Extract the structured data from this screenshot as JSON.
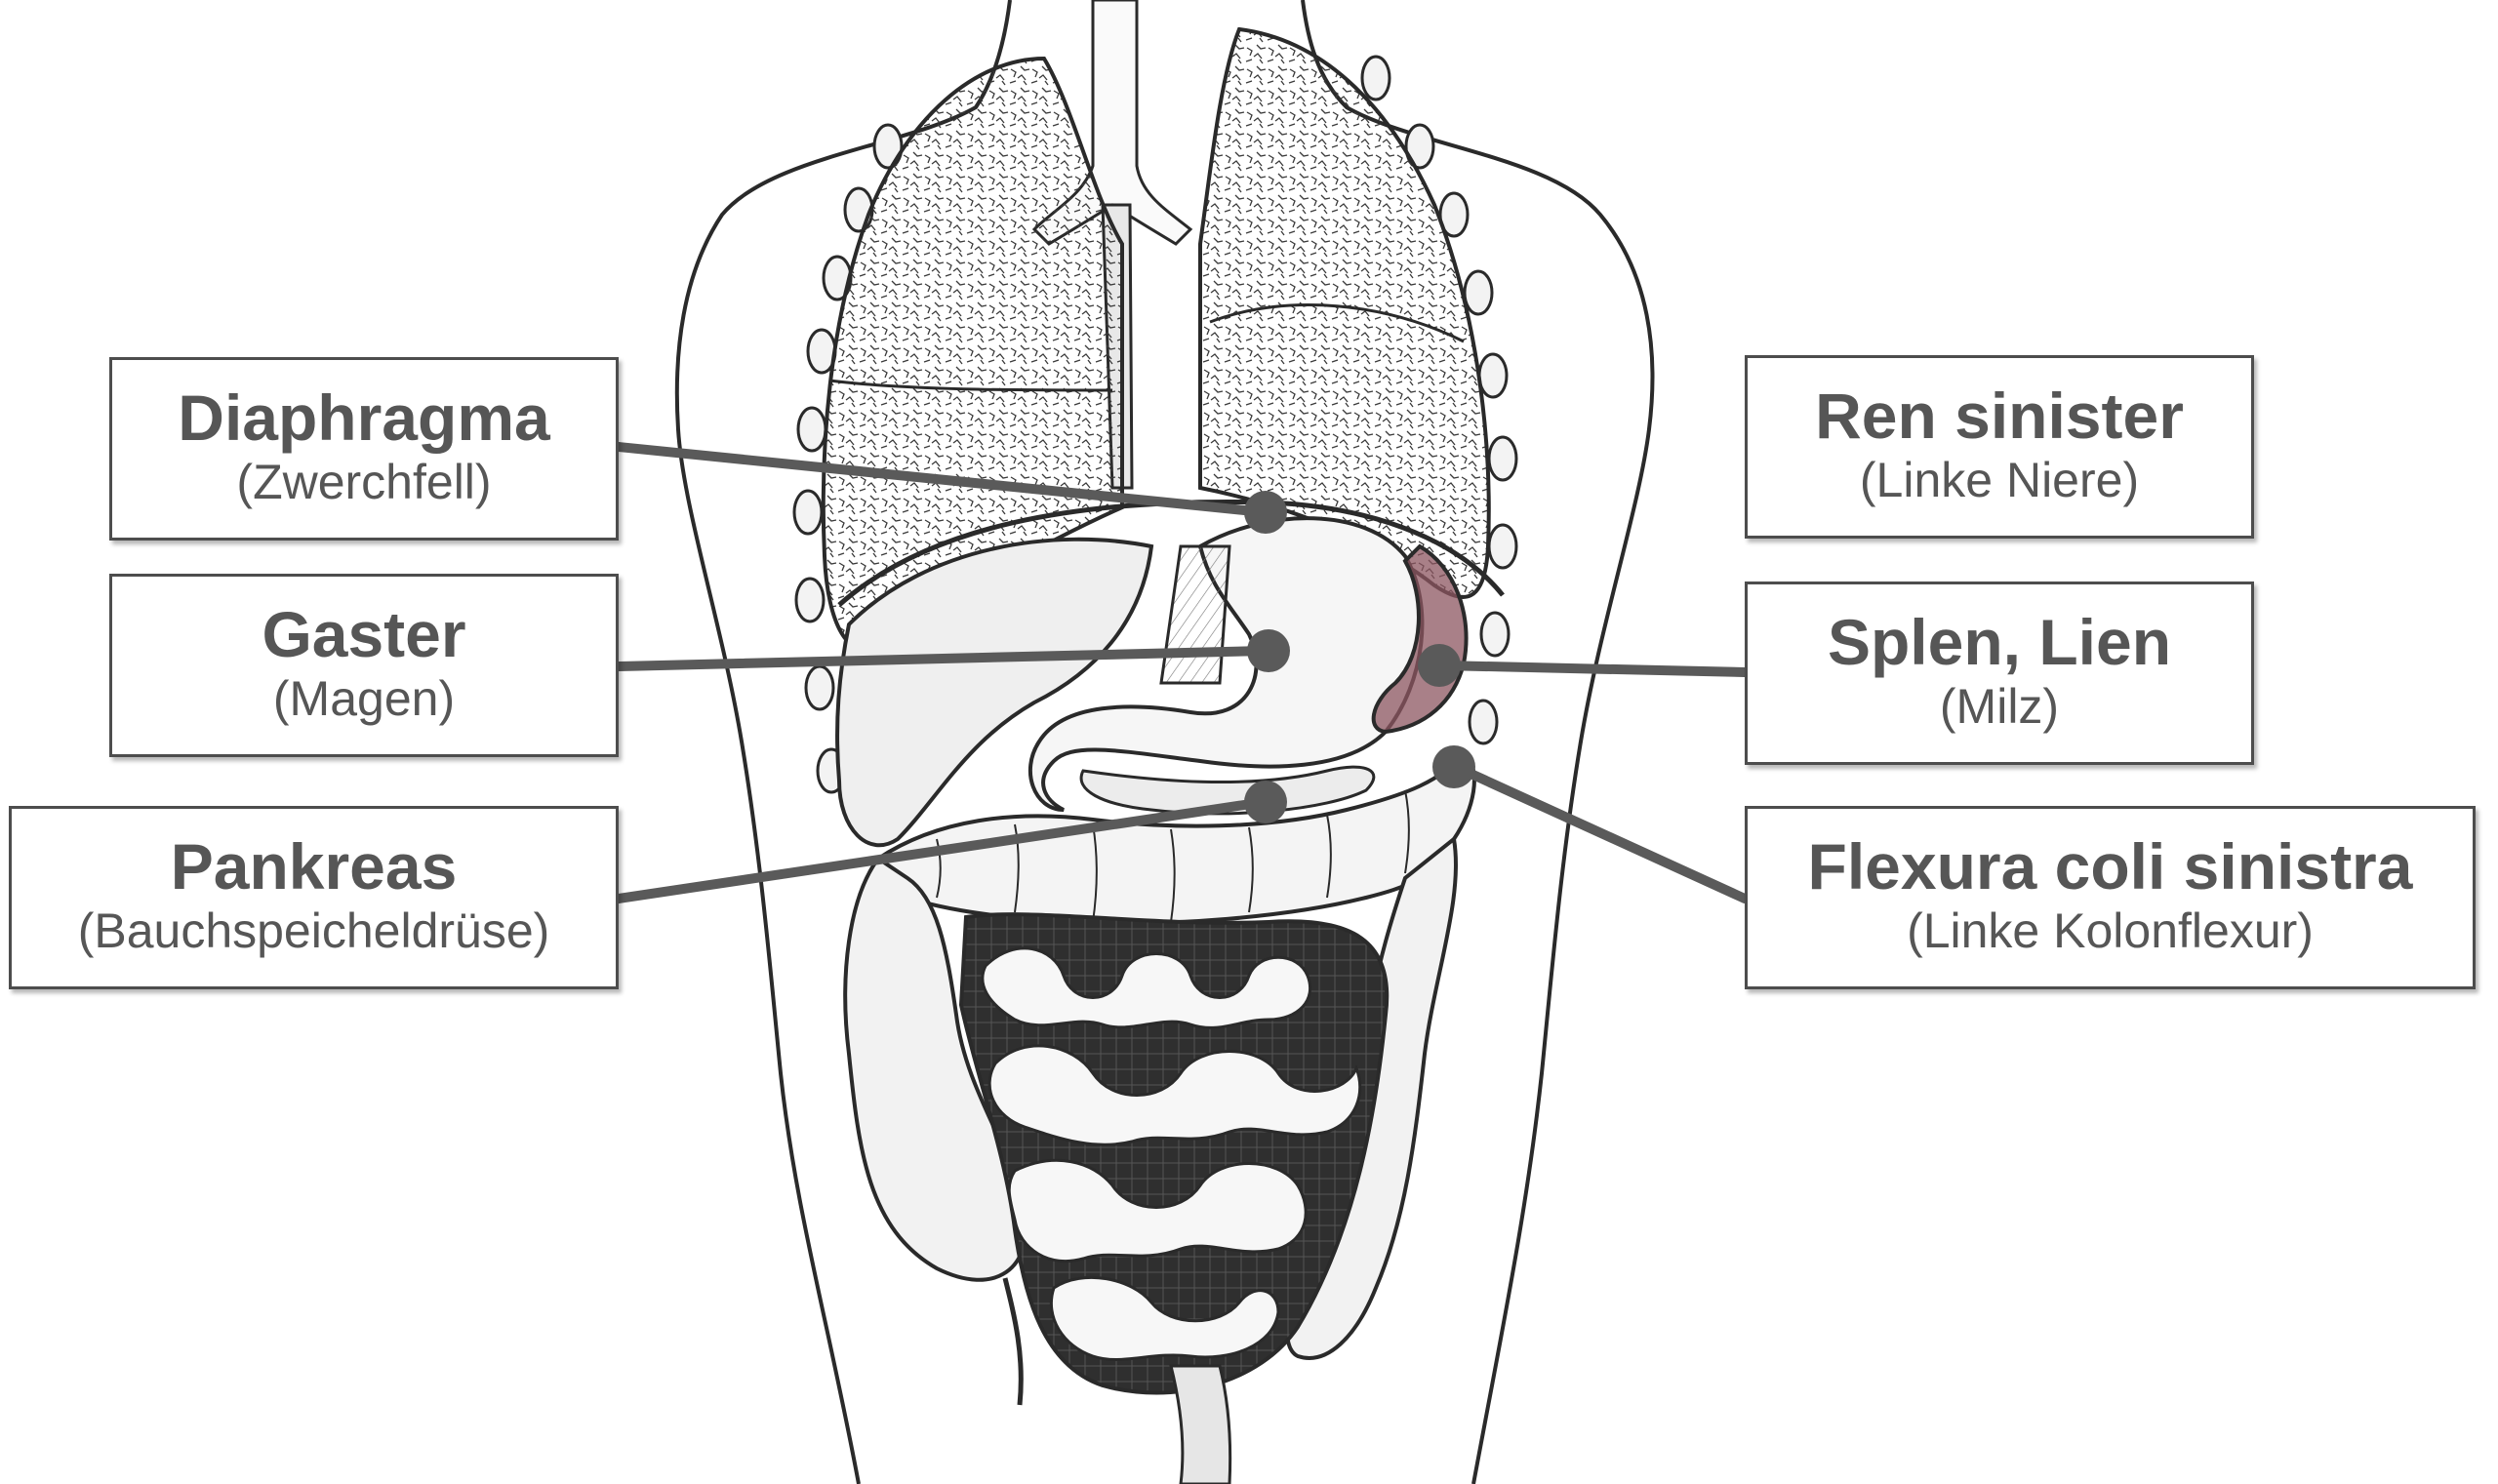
{
  "labels": {
    "diaphragma": {
      "title": "Diaphragma",
      "subtitle": "(Zwerchfell)"
    },
    "gaster": {
      "title": "Gaster",
      "subtitle": "(Magen)"
    },
    "pankreas": {
      "title": "Pankreas",
      "subtitle": "(Bauchspeicheldrüse)"
    },
    "ren_sinister": {
      "title": "Ren sinister",
      "subtitle": "(Linke Niere)"
    },
    "splen": {
      "title": "Splen, Lien",
      "subtitle": "(Milz)"
    },
    "flexura": {
      "title": "Flexura coli sinistra",
      "subtitle": "(Linke Kolonflexur)"
    }
  },
  "colors": {
    "leader_line": "#5a5a5a",
    "box_border": "#4d4d4d",
    "label_text": "#565656",
    "spleen_tint": "#8c5560",
    "ink": "#2a2a2a"
  }
}
